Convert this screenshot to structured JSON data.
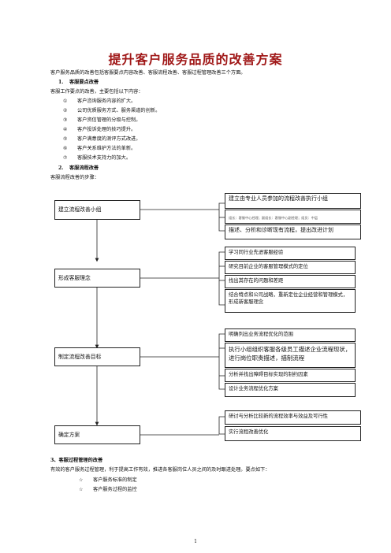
{
  "title": "提升客户服务品质的改善方案",
  "intro": "客户服务品质的改善包括客服要点内容改善、客服流程改善、客服过程管理改善三个方面。",
  "section1": {
    "num": "1.",
    "heading": "客服要点改善",
    "lead": "客服工作要点的改善，主要包括以下内容：",
    "items": [
      {
        "mark": "①",
        "text": "客户咨询服务内容的扩大。"
      },
      {
        "mark": "②",
        "text": "公司优质服务方式、服务渠道的创新。"
      },
      {
        "mark": "③",
        "text": "客户资信管理的分级与控制。"
      },
      {
        "mark": "④",
        "text": "客户投诉处理的技巧提升。"
      },
      {
        "mark": "⑤",
        "text": "客户满意度的测评方式改进。"
      },
      {
        "mark": "⑥",
        "text": "客户关系维护方法的革新。"
      },
      {
        "mark": "⑦",
        "text": "客服技术支持力的加大。"
      }
    ]
  },
  "section2": {
    "num": "2.",
    "heading": "客服流程改善",
    "lead": "客服流程改善的步骤："
  },
  "flow": {
    "left": [
      "建立流程改善小组",
      "形成客服理念",
      "制定流程改善目标",
      "确定方案"
    ],
    "group1": [
      "建立由专业人员参加的流程改善执行小组",
      "组长：客服中心经理；副组长：客服中心副经理；组员：中层",
      "描述、分析和诊断现有流程，提出改进计划"
    ],
    "group2": [
      "学习同行业先进客服经验",
      "研究目前企业的客服管理模式的定位",
      "找出其存在的问题和差距",
      "结合特点和公司战略，重新定位企业经营和管理模式，形成新客服理念"
    ],
    "group3": [
      "明确列出业务流程优化的范围",
      "执行小组组织客服各级员工描述企业流程现状，进行岗位职责描述，描制流程",
      "分析并找出障碍目标实现的制约因素",
      "设计业务流程优化方案"
    ],
    "group4": [
      "研讨与分析比较新的流程效率与效益及可行性",
      "实行流程改善优化"
    ]
  },
  "section3": {
    "heading": "3、客服过程管理的改善",
    "lead": "有效的客户服务过程管理，利于提高工作有效，推进各客服岗位人员之间的及时跟进处理。要点如下：",
    "items": [
      {
        "mark": "☆",
        "text": "客户服务标准的制定"
      },
      {
        "mark": "☆",
        "text": "客户服务过程的监控"
      }
    ]
  },
  "page_number": "1"
}
